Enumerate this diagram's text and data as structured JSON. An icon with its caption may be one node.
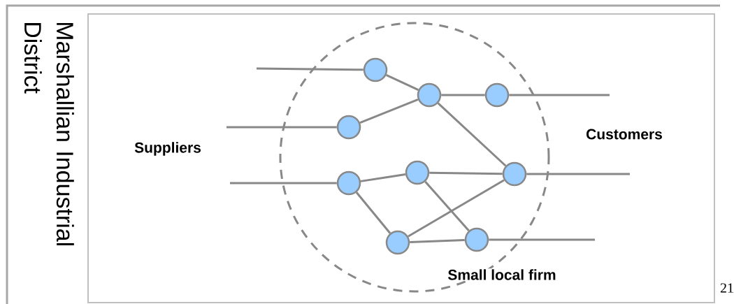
{
  "diagram": {
    "title": "Marshallian Industrial District",
    "nodes": [
      {
        "text": [],
        "shape": "circle"
      },
      {
        "text": [],
        "shape": "circle",
        "in": 0
      },
      {
        "text": [],
        "shape": "circle",
        "in": 0
      },
      {
        "text": [],
        "shape": "circle",
        "in": 0
      },
      {
        "text": [],
        "shape": "circle",
        "in": 0
      },
      {
        "text": [],
        "shape": "circle",
        "in": 0
      },
      {
        "text": [],
        "shape": "circle",
        "in": 0
      },
      {
        "text": [],
        "shape": "circle",
        "in": 0
      },
      {
        "text": [],
        "shape": "circle",
        "in": 0
      },
      {
        "text": [],
        "shape": "circle",
        "in": 0
      }
    ],
    "edges": [
      {
        "from": null,
        "to": 1,
        "arrow": "none"
      },
      {
        "from": null,
        "to": 4,
        "arrow": "none"
      },
      {
        "from": null,
        "to": 7,
        "arrow": "none"
      },
      {
        "from": 1,
        "to": 2,
        "arrow": "none"
      },
      {
        "from": 4,
        "to": 2,
        "arrow": "none"
      },
      {
        "from": 2,
        "to": 3,
        "arrow": "none"
      },
      {
        "from": 2,
        "to": 6,
        "arrow": "none"
      },
      {
        "from": 7,
        "to": 5,
        "arrow": "none"
      },
      {
        "from": 5,
        "to": 6,
        "arrow": "none"
      },
      {
        "from": 7,
        "to": 9,
        "arrow": "none"
      },
      {
        "from": 5,
        "to": 8,
        "arrow": "none"
      },
      {
        "from": 9,
        "to": 6,
        "arrow": "none"
      },
      {
        "from": 9,
        "to": 8,
        "arrow": "none"
      },
      {
        "from": 3,
        "to": null,
        "arrow": "none"
      },
      {
        "from": 6,
        "to": null,
        "arrow": "none"
      },
      {
        "from": 8,
        "to": null,
        "arrow": "none"
      }
    ],
    "labels": [
      "Suppliers",
      "Customers",
      "Small local firm",
      "21"
    ]
  }
}
